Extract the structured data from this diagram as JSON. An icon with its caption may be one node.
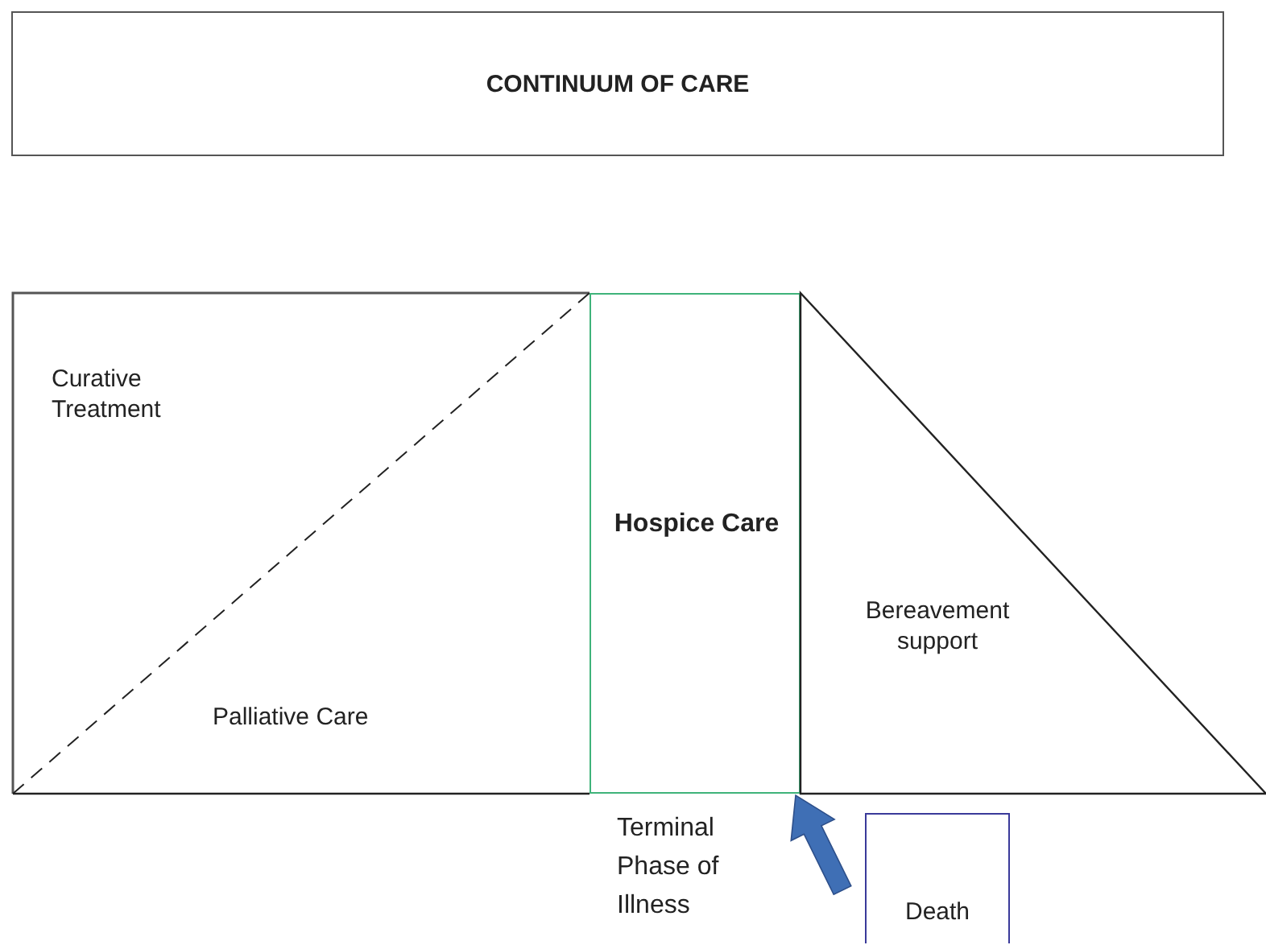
{
  "diagram": {
    "nodes": [
      {
        "text": [
          "CONTINUUM OF CARE"
        ]
      },
      {
        "text": [
          "Curative Treatment",
          "Palliative Care"
        ]
      },
      {
        "text": [
          "Hospice Care"
        ]
      },
      {
        "text": [
          "Bereavement support"
        ]
      },
      {
        "text": [
          "Death"
        ]
      }
    ],
    "edges": [
      {
        "from": 4,
        "to": 2,
        "arrow": "to",
        "style": "thick",
        "color": "#3f6fb5"
      }
    ],
    "labels": [
      "Terminal Phase of Illness"
    ]
  }
}
